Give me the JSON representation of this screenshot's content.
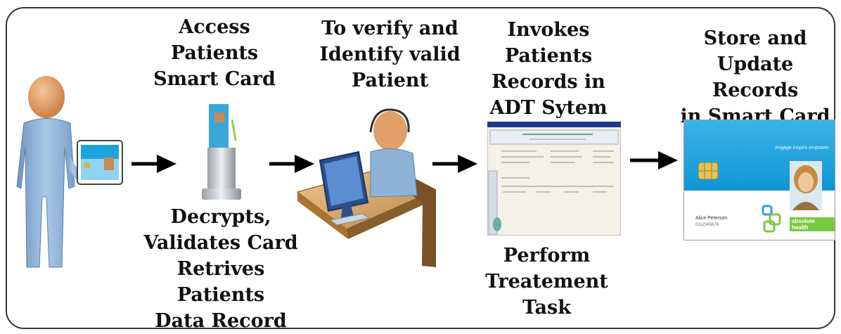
{
  "steps": {
    "access_label": "Access\nPatients\nSmart Card",
    "decrypt_label": "Decrypts,\nValidates Card\nRetrives Patients\nData Record",
    "verify_label": "To verify and\nIdentify valid\nPatient",
    "invoke_label": "Invokes Patients\nRecords in\nADT Sytem",
    "perform_label": "Perform\nTreatement\nTask",
    "store_label": "Store and\nUpdate Records\nin Smart Card"
  },
  "smart_card": {
    "tagline": "engage.inspire.empower",
    "holder_name": "Alice Peterson",
    "holder_id": "0112345678",
    "brand": "absolute health"
  },
  "colors": {
    "figure_blue": "#8fb3d6",
    "skin": "#e2a06b",
    "card_blue": "#1ea3dd",
    "arrow": "#000000"
  }
}
